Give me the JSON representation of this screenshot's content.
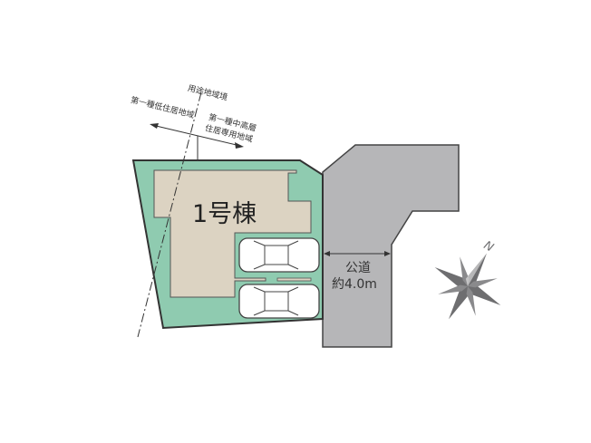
{
  "building": {
    "label": "1号棟"
  },
  "zoning": {
    "boundary_label": "用途地域境",
    "left_zone": "第一種低住居地域",
    "right_zone_line1": "第一種中高層",
    "right_zone_line2": "住居専用地域"
  },
  "road": {
    "line1": "公道",
    "line2": "約4.0m"
  },
  "compass": {
    "north_label": "N"
  },
  "colors": {
    "lot": "#8fcbb0",
    "house": "#dcd3c2",
    "road": "#b6b6b8",
    "outline": "#333333",
    "compass": "#6e6e70"
  }
}
